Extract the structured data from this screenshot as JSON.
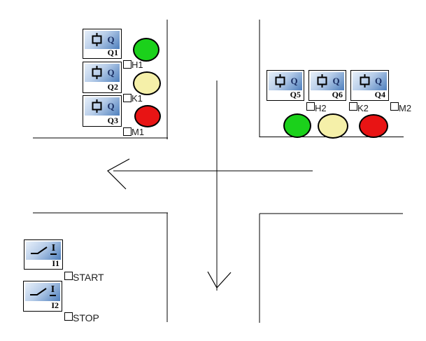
{
  "signals": {
    "west": {
      "outputs": [
        {
          "id": "Q1",
          "symbol": "Q"
        },
        {
          "id": "Q2",
          "symbol": "Q"
        },
        {
          "id": "Q3",
          "symbol": "Q"
        }
      ],
      "contacts": [
        "H1",
        "K1",
        "M1"
      ],
      "lights": [
        {
          "name": "green",
          "color": "#1bd11b"
        },
        {
          "name": "yellow",
          "color": "#f5f0a9"
        },
        {
          "name": "red",
          "color": "#e81414"
        }
      ]
    },
    "north": {
      "outputs": [
        {
          "id": "Q5",
          "symbol": "Q"
        },
        {
          "id": "Q6",
          "symbol": "Q"
        },
        {
          "id": "Q4",
          "symbol": "Q"
        }
      ],
      "contacts": [
        "H2",
        "K2",
        "M2"
      ],
      "lights": [
        {
          "name": "green",
          "color": "#1bd11b"
        },
        {
          "name": "yellow",
          "color": "#f5f0a9"
        },
        {
          "name": "red",
          "color": "#e81414"
        }
      ]
    }
  },
  "inputs": {
    "switches": [
      {
        "id": "I1",
        "symbol": "I",
        "contact": "START"
      },
      {
        "id": "I2",
        "symbol": "I",
        "contact": "STOP"
      }
    ]
  },
  "colors": {
    "light_green": "#1bd11b",
    "light_yellow": "#f5f0a9",
    "light_red": "#e81414",
    "block_gradient_light": "#e6eff9",
    "block_gradient_dark": "#4e7fbd",
    "line": "#000000"
  }
}
